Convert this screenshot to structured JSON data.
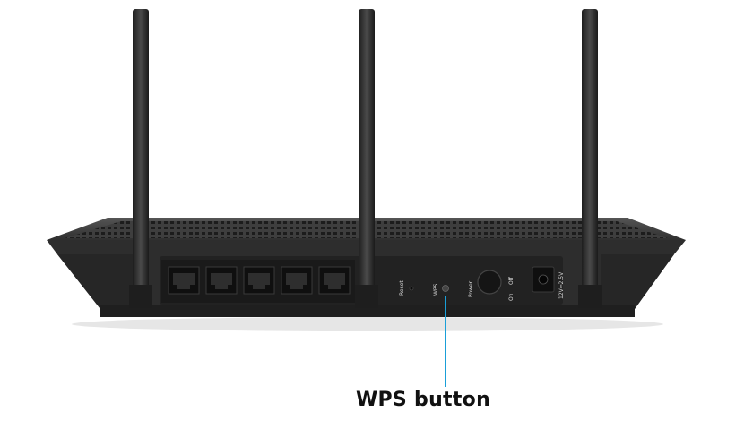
{
  "diagram": {
    "port_labels": {
      "reset": "Reset",
      "wps": "WPS",
      "power": "Power",
      "power_off": "Off",
      "power_on": "On",
      "dc_in": "12V⎓2.5V"
    },
    "callout": {
      "label": "WPS button",
      "line_color": "#1a9fd8"
    },
    "colors": {
      "body": "#2b2b2b",
      "antenna": "#2a2a2a",
      "port_panel": "#222222"
    },
    "ethernet_port_count": 5
  }
}
